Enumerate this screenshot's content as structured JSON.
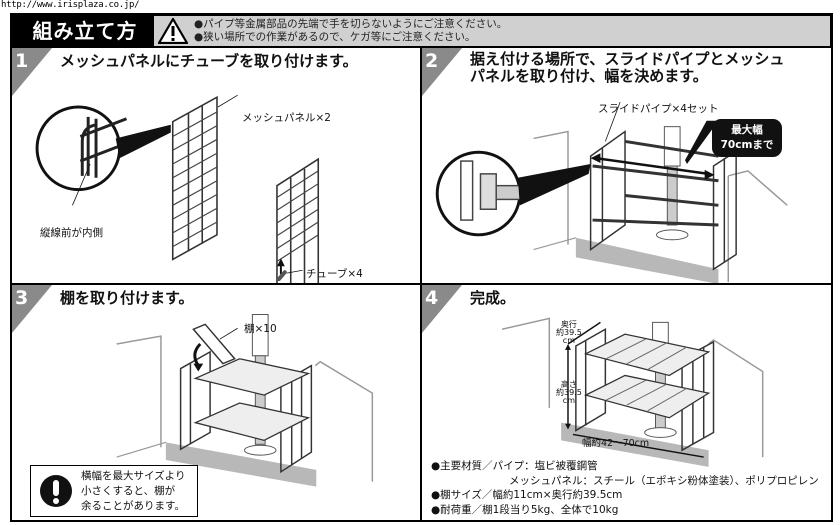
{
  "url": "http://www.irisplaza.co.jp/",
  "header": {
    "title": "組み立て方",
    "cautions": [
      "●パイプ等金属部品の先端で手を切らないようにご注意ください。",
      "●狭い場所での作業があるので、ケガ等にご注意ください。"
    ],
    "icon": "warning-triangle-icon"
  },
  "steps": [
    {
      "number": "1",
      "title": "メッシュパネルにチューブを取り付けます。",
      "labels": {
        "mesh_panel": "メッシュパネル×2",
        "vertical_front": "縦線前が内側",
        "tube": "チューブ×4"
      }
    },
    {
      "number": "2",
      "title_line1": "据え付ける場所で、スライドパイプとメッシュ",
      "title_line2": "パネルを取り付け、幅を決めます。",
      "labels": {
        "slide_pipe": "スライドパイプ×4セット",
        "max_width_line1": "最大幅",
        "max_width_line2": "70cmまで"
      }
    },
    {
      "number": "3",
      "title": "棚を取り付けます。",
      "labels": {
        "shelf": "棚×10"
      },
      "warning": {
        "icon": "exclamation-circle-icon",
        "lines": [
          "横幅を最大サイズより",
          "小さくすると、棚が",
          "余ることがあります。"
        ]
      }
    },
    {
      "number": "4",
      "title": "完成。",
      "dimensions": {
        "depth": [
          "奥行",
          "約39.5",
          "cm"
        ],
        "height": [
          "高さ",
          "約39.5",
          "cm"
        ],
        "width": "幅約42～70cm"
      },
      "specs": {
        "material_line1": "●主要材質／パイプ：塩ビ被覆鋼管",
        "material_line2": "メッシュパネル：スチール（エポキシ粉体塗装）、ポリプロピレン",
        "shelf_size": "●棚サイズ／幅約11cm×奥行約39.5cm",
        "load": "●耐荷重／棚1段当り5kg、全体で10kg"
      }
    }
  ],
  "colors": {
    "header_bg": "#000000",
    "caution_bg": "#d0d0d0",
    "badge": "#8a8a8a",
    "floor": "#b8b8b8"
  }
}
